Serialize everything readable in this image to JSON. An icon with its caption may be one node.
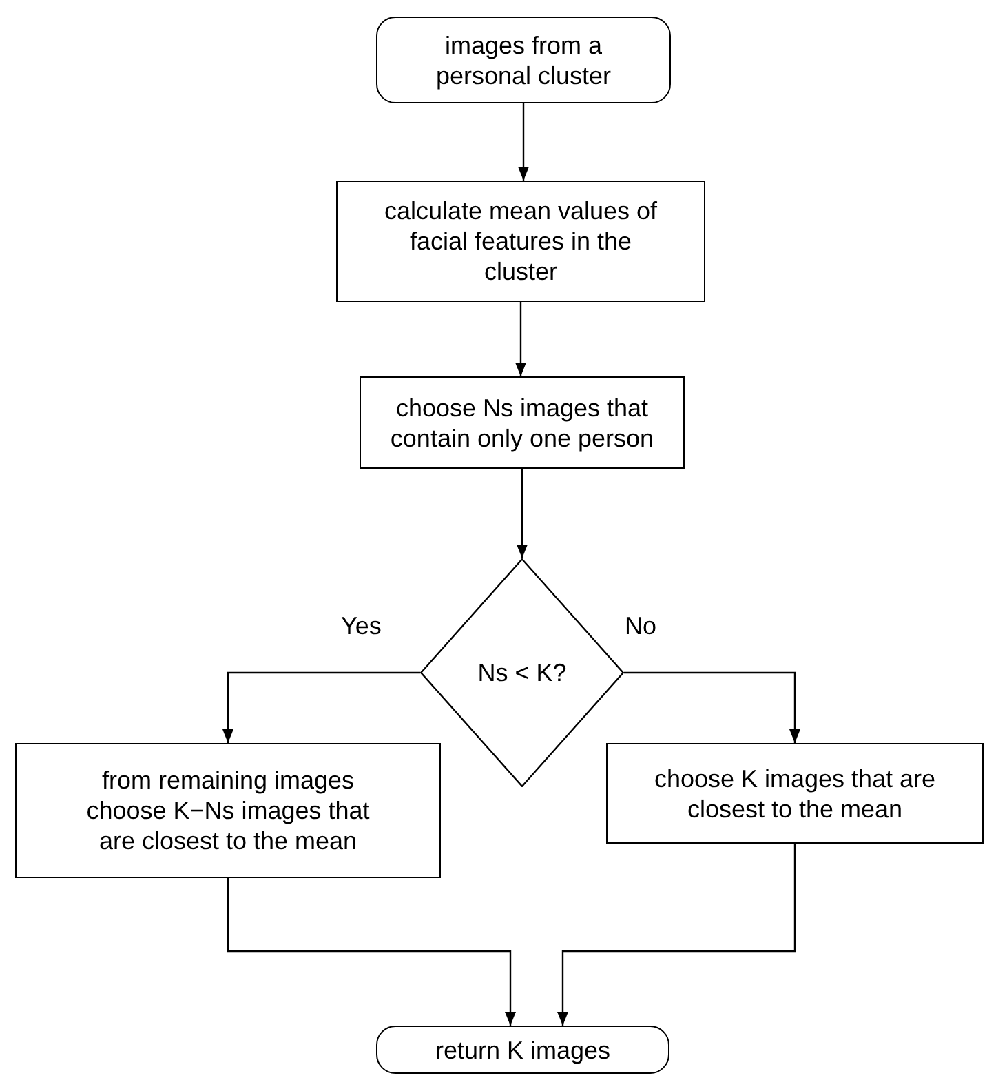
{
  "diagram": {
    "nodes": [
      {
        "text": [
          "images from a personal cluster"
        ]
      },
      {
        "text": [
          "calculate mean values of facial features in the cluster"
        ]
      },
      {
        "text": [
          "choose Ns images that contain only one person"
        ]
      },
      {
        "text": [
          "Ns < K?"
        ]
      },
      {
        "text": [
          "from remaining images choose K−Ns images that are closest to the mean"
        ]
      },
      {
        "text": [
          "choose K images that are closest to the mean"
        ]
      },
      {
        "text": [
          "return K images"
        ]
      }
    ],
    "edges": [
      {
        "from": 0,
        "to": 1,
        "arrow": "to"
      },
      {
        "from": 1,
        "to": 2,
        "arrow": "to"
      },
      {
        "from": 2,
        "to": 3,
        "arrow": "to"
      },
      {
        "from": 3,
        "to": 4,
        "arrow": "to",
        "label": "Yes"
      },
      {
        "from": 3,
        "to": 5,
        "arrow": "to",
        "label": "No"
      },
      {
        "from": 4,
        "to": 6,
        "arrow": "to"
      },
      {
        "from": 5,
        "to": 6,
        "arrow": "to"
      }
    ]
  }
}
